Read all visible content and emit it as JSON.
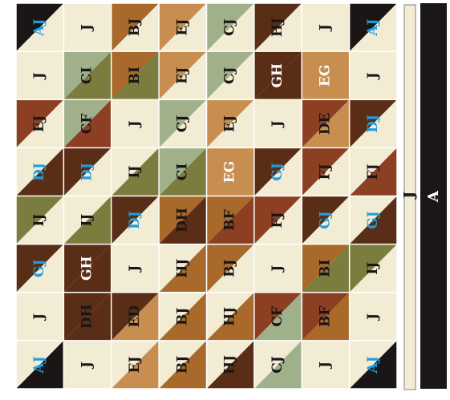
{
  "colors": {
    "cream": "#f3ecd4",
    "black": "#1a1616",
    "rust": "#8c3f22",
    "brown": "#5a2e16",
    "olive": "#7b7c3d",
    "sage": "#a0b08b",
    "ochre": "#a8692a",
    "tan": "#c78e4f",
    "label_dark": "#1a1616",
    "label_light": "#ffffff",
    "label_blue": "#1f9de0",
    "grid_line": "#ffffff",
    "border": "#7f7f7f",
    "panel_bg": "#1b1717",
    "panel_text": "#ffffff"
  },
  "quilt": {
    "rows": 8,
    "cols": 8,
    "cells": [
      [
        {
          "label": "AJ",
          "fg": "label_blue",
          "tl": "black",
          "tr": "black",
          "br": "cream",
          "bl": "cream"
        },
        {
          "label": "J",
          "fg": "label_dark",
          "tl": "cream",
          "tr": "cream",
          "br": "cream",
          "bl": "cream"
        },
        {
          "label": "BJ",
          "fg": "label_dark",
          "tl": "ochre",
          "tr": "ochre",
          "br": "cream",
          "bl": "cream"
        },
        {
          "label": "EJ",
          "fg": "label_dark",
          "tl": "tan",
          "tr": "tan",
          "br": "cream",
          "bl": "cream"
        },
        {
          "label": "CJ",
          "fg": "label_dark",
          "tl": "sage",
          "tr": "sage",
          "br": "cream",
          "bl": "cream"
        },
        {
          "label": "HJ",
          "fg": "label_dark",
          "tl": "brown",
          "tr": "brown",
          "br": "cream",
          "bl": "cream"
        },
        {
          "label": "J",
          "fg": "label_dark",
          "tl": "cream",
          "tr": "cream",
          "br": "cream",
          "bl": "cream"
        },
        {
          "label": "AJ",
          "fg": "label_blue",
          "tl": "black",
          "tr": "black",
          "br": "cream",
          "bl": "cream"
        }
      ],
      [
        {
          "label": "J",
          "fg": "label_dark",
          "tl": "cream",
          "tr": "cream",
          "br": "cream",
          "bl": "cream"
        },
        {
          "label": "CI",
          "fg": "label_dark",
          "tl": "sage",
          "tr": "olive",
          "br": "olive",
          "bl": "sage"
        },
        {
          "label": "BI",
          "fg": "label_dark",
          "tl": "ochre",
          "tr": "olive",
          "br": "olive",
          "bl": "ochre"
        },
        {
          "label": "EJ",
          "fg": "label_dark",
          "tl": "tan",
          "tr": "tan",
          "br": "cream",
          "bl": "cream"
        },
        {
          "label": "CJ",
          "fg": "label_dark",
          "tl": "sage",
          "tr": "sage",
          "br": "cream",
          "bl": "cream"
        },
        {
          "label": "GH",
          "fg": "label_light",
          "tl": "brown",
          "tr": "brown",
          "br": "brown",
          "bl": "brown"
        },
        {
          "label": "EG",
          "fg": "label_light",
          "tl": "tan",
          "tr": "tan",
          "br": "tan",
          "bl": "tan"
        },
        {
          "label": "J",
          "fg": "label_dark",
          "tl": "cream",
          "tr": "cream",
          "br": "cream",
          "bl": "cream"
        }
      ],
      [
        {
          "label": "EJ",
          "fg": "label_dark",
          "tl": "rust",
          "tr": "rust",
          "br": "cream",
          "bl": "cream"
        },
        {
          "label": "CF",
          "fg": "label_dark",
          "tl": "sage",
          "tr": "sage",
          "br": "rust",
          "bl": "rust"
        },
        {
          "label": "J",
          "fg": "label_dark",
          "tl": "cream",
          "tr": "cream",
          "br": "cream",
          "bl": "cream"
        },
        {
          "label": "CJ",
          "fg": "label_dark",
          "tl": "sage",
          "tr": "sage",
          "br": "cream",
          "bl": "cream"
        },
        {
          "label": "EJ",
          "fg": "label_dark",
          "tl": "tan",
          "tr": "tan",
          "br": "cream",
          "bl": "cream"
        },
        {
          "label": "J",
          "fg": "label_dark",
          "tl": "cream",
          "tr": "cream",
          "br": "cream",
          "bl": "cream"
        },
        {
          "label": "DE",
          "fg": "label_dark",
          "tl": "rust",
          "tr": "tan",
          "br": "tan",
          "bl": "rust"
        },
        {
          "label": "DJ",
          "fg": "label_blue",
          "tl": "brown",
          "tr": "brown",
          "br": "cream",
          "bl": "cream"
        }
      ],
      [
        {
          "label": "DJ",
          "fg": "label_blue",
          "tl": "cream",
          "tr": "cream",
          "br": "brown",
          "bl": "brown"
        },
        {
          "label": "DJ",
          "fg": "label_blue",
          "tl": "brown",
          "tr": "brown",
          "br": "cream",
          "bl": "cream"
        },
        {
          "label": "IJ",
          "fg": "label_dark",
          "tl": "cream",
          "tr": "cream",
          "br": "olive",
          "bl": "olive"
        },
        {
          "label": "CI",
          "fg": "label_dark",
          "tl": "sage",
          "tr": "olive",
          "br": "olive",
          "bl": "sage"
        },
        {
          "label": "EG",
          "fg": "label_light",
          "tl": "tan",
          "tr": "tan",
          "br": "tan",
          "bl": "tan"
        },
        {
          "label": "GJ",
          "fg": "label_blue",
          "tl": "brown",
          "tr": "brown",
          "br": "cream",
          "bl": "cream"
        },
        {
          "label": "FJ",
          "fg": "label_dark",
          "tl": "rust",
          "tr": "rust",
          "br": "cream",
          "bl": "cream"
        },
        {
          "label": "FJ",
          "fg": "label_dark",
          "tl": "cream",
          "tr": "cream",
          "br": "rust",
          "bl": "rust"
        }
      ],
      [
        {
          "label": "IJ",
          "fg": "label_dark",
          "tl": "olive",
          "tr": "olive",
          "br": "cream",
          "bl": "cream"
        },
        {
          "label": "IJ",
          "fg": "label_dark",
          "tl": "cream",
          "tr": "cream",
          "br": "olive",
          "bl": "olive"
        },
        {
          "label": "DJ",
          "fg": "label_blue",
          "tl": "brown",
          "tr": "brown",
          "br": "cream",
          "bl": "cream"
        },
        {
          "label": "DH",
          "fg": "label_dark",
          "tl": "ochre",
          "tr": "ochre",
          "br": "brown",
          "bl": "brown"
        },
        {
          "label": "BF",
          "fg": "label_dark",
          "tl": "ochre",
          "tr": "rust",
          "br": "rust",
          "bl": "ochre"
        },
        {
          "label": "FJ",
          "fg": "label_dark",
          "tl": "rust",
          "tr": "rust",
          "br": "cream",
          "bl": "cream"
        },
        {
          "label": "GJ",
          "fg": "label_blue",
          "tl": "brown",
          "tr": "brown",
          "br": "cream",
          "bl": "cream"
        },
        {
          "label": "GJ",
          "fg": "label_blue",
          "tl": "cream",
          "tr": "cream",
          "br": "brown",
          "bl": "brown"
        }
      ],
      [
        {
          "label": "GJ",
          "fg": "label_blue",
          "tl": "brown",
          "tr": "brown",
          "br": "cream",
          "bl": "cream"
        },
        {
          "label": "GH",
          "fg": "label_light",
          "tl": "brown",
          "tr": "brown",
          "br": "brown",
          "bl": "brown"
        },
        {
          "label": "J",
          "fg": "label_dark",
          "tl": "cream",
          "tr": "cream",
          "br": "cream",
          "bl": "cream"
        },
        {
          "label": "HJ",
          "fg": "label_dark",
          "tl": "cream",
          "tr": "cream",
          "br": "ochre",
          "bl": "ochre"
        },
        {
          "label": "BJ",
          "fg": "label_dark",
          "tl": "ochre",
          "tr": "ochre",
          "br": "cream",
          "bl": "cream"
        },
        {
          "label": "J",
          "fg": "label_dark",
          "tl": "cream",
          "tr": "cream",
          "br": "cream",
          "bl": "cream"
        },
        {
          "label": "BI",
          "fg": "label_dark",
          "tl": "ochre",
          "tr": "olive",
          "br": "olive",
          "bl": "ochre"
        },
        {
          "label": "IJ",
          "fg": "label_dark",
          "tl": "olive",
          "tr": "olive",
          "br": "cream",
          "bl": "cream"
        }
      ],
      [
        {
          "label": "J",
          "fg": "label_dark",
          "tl": "cream",
          "tr": "cream",
          "br": "cream",
          "bl": "cream"
        },
        {
          "label": "DH",
          "fg": "label_dark",
          "tl": "brown",
          "tr": "brown",
          "br": "brown",
          "bl": "brown"
        },
        {
          "label": "ED",
          "fg": "label_dark",
          "tl": "brown",
          "tr": "brown",
          "br": "tan",
          "bl": "tan"
        },
        {
          "label": "BJ",
          "fg": "label_dark",
          "tl": "cream",
          "tr": "cream",
          "br": "ochre",
          "bl": "ochre"
        },
        {
          "label": "HJ",
          "fg": "label_dark",
          "tl": "cream",
          "tr": "cream",
          "br": "ochre",
          "bl": "ochre"
        },
        {
          "label": "CF",
          "fg": "label_dark",
          "tl": "rust",
          "tr": "rust",
          "br": "sage",
          "bl": "sage"
        },
        {
          "label": "BF",
          "fg": "label_dark",
          "tl": "rust",
          "tr": "rust",
          "br": "ochre",
          "bl": "ochre"
        },
        {
          "label": "J",
          "fg": "label_dark",
          "tl": "cream",
          "tr": "cream",
          "br": "cream",
          "bl": "cream"
        }
      ],
      [
        {
          "label": "AJ",
          "fg": "label_blue",
          "tl": "cream",
          "tr": "cream",
          "br": "black",
          "bl": "black"
        },
        {
          "label": "J",
          "fg": "label_dark",
          "tl": "cream",
          "tr": "cream",
          "br": "cream",
          "bl": "cream"
        },
        {
          "label": "EJ",
          "fg": "label_dark",
          "tl": "cream",
          "tr": "cream",
          "br": "tan",
          "bl": "tan"
        },
        {
          "label": "BJ",
          "fg": "label_dark",
          "tl": "cream",
          "tr": "cream",
          "br": "ochre",
          "bl": "ochre"
        },
        {
          "label": "HJ",
          "fg": "label_dark",
          "tl": "cream",
          "tr": "cream",
          "br": "brown",
          "bl": "brown"
        },
        {
          "label": "CJ",
          "fg": "label_dark",
          "tl": "cream",
          "tr": "cream",
          "br": "sage",
          "bl": "sage"
        },
        {
          "label": "J",
          "fg": "label_dark",
          "tl": "cream",
          "tr": "cream",
          "br": "cream",
          "bl": "cream"
        },
        {
          "label": "AJ",
          "fg": "label_blue",
          "tl": "cream",
          "tr": "cream",
          "br": "black",
          "bl": "black"
        }
      ]
    ]
  },
  "strip": {
    "label": "J"
  },
  "panel": {
    "label": "A"
  }
}
